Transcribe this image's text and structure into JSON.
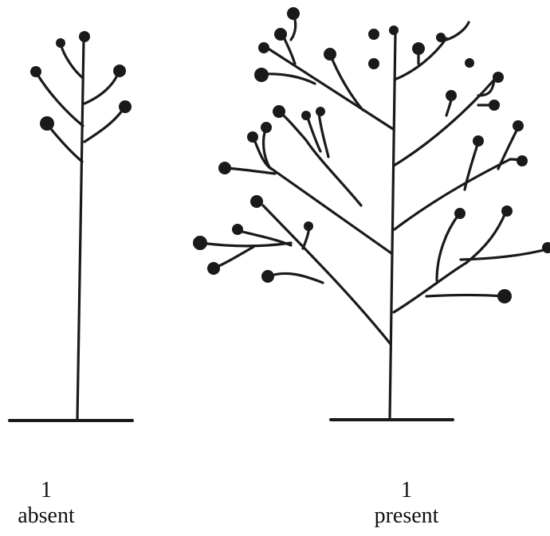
{
  "figure": {
    "ink_color": "#1a1a1a",
    "background_color": "#ffffff",
    "panels": [
      {
        "number": "1",
        "label": "absent"
      },
      {
        "number": "1",
        "label": "present"
      }
    ]
  }
}
